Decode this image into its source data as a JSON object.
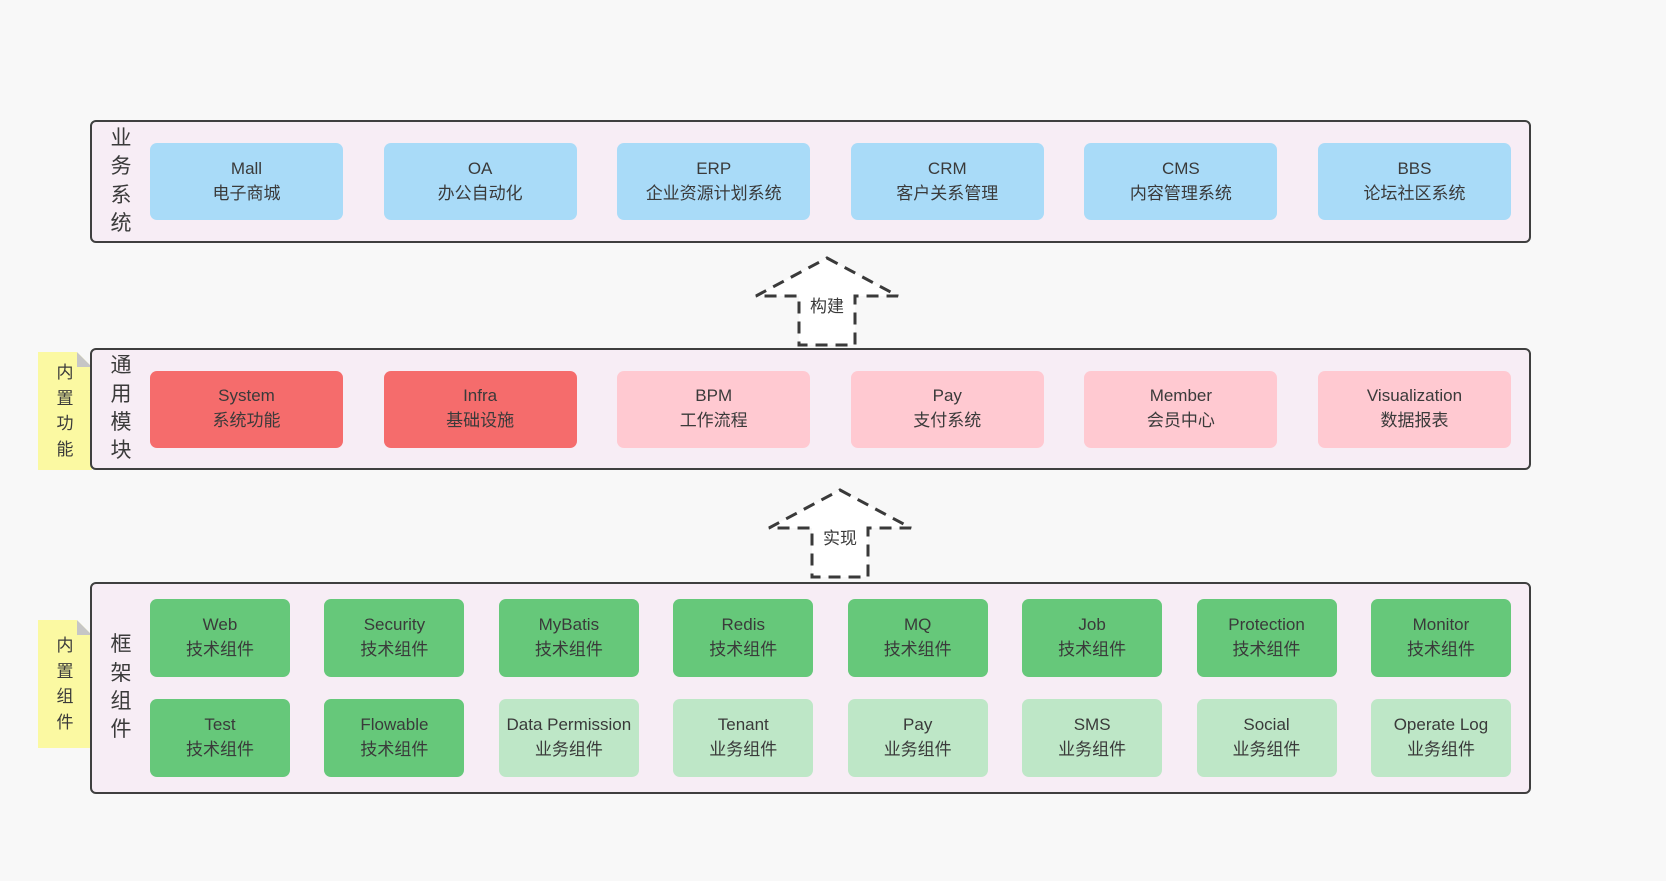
{
  "colors": {
    "page_bg": "#f8f8f8",
    "container_bg": "#f7edf5",
    "container_border": "#3f3f3f",
    "box_blue": "#a9dbf8",
    "box_red": "#f56c6c",
    "box_pink": "#ffc9d1",
    "box_green": "#66c87a",
    "box_light_green": "#bee7c7",
    "note_yellow": "#fbf9a2",
    "text": "#3a3a3a"
  },
  "sections": {
    "business": {
      "label": "业务系统",
      "boxes": [
        {
          "title": "Mall",
          "subtitle": "电子商城"
        },
        {
          "title": "OA",
          "subtitle": "办公自动化"
        },
        {
          "title": "ERP",
          "subtitle": "企业资源计划系统"
        },
        {
          "title": "CRM",
          "subtitle": "客户关系管理"
        },
        {
          "title": "CMS",
          "subtitle": "内容管理系统"
        },
        {
          "title": "BBS",
          "subtitle": "论坛社区系统"
        }
      ]
    },
    "common": {
      "label": "通用模块",
      "note": "内置功能",
      "boxes": [
        {
          "title": "System",
          "subtitle": "系统功能"
        },
        {
          "title": "Infra",
          "subtitle": "基础设施"
        },
        {
          "title": "BPM",
          "subtitle": "工作流程"
        },
        {
          "title": "Pay",
          "subtitle": "支付系统"
        },
        {
          "title": "Member",
          "subtitle": "会员中心"
        },
        {
          "title": "Visualization",
          "subtitle": "数据报表"
        }
      ]
    },
    "framework": {
      "label": "框架组件",
      "note": "内置组件",
      "row1": [
        {
          "title": "Web",
          "subtitle": "技术组件"
        },
        {
          "title": "Security",
          "subtitle": "技术组件"
        },
        {
          "title": "MyBatis",
          "subtitle": "技术组件"
        },
        {
          "title": "Redis",
          "subtitle": "技术组件"
        },
        {
          "title": "MQ",
          "subtitle": "技术组件"
        },
        {
          "title": "Job",
          "subtitle": "技术组件"
        },
        {
          "title": "Protection",
          "subtitle": "技术组件"
        },
        {
          "title": "Monitor",
          "subtitle": "技术组件"
        }
      ],
      "row2": [
        {
          "title": "Test",
          "subtitle": "技术组件"
        },
        {
          "title": "Flowable",
          "subtitle": "技术组件"
        },
        {
          "title": "Data Permission",
          "subtitle": "业务组件"
        },
        {
          "title": "Tenant",
          "subtitle": "业务组件"
        },
        {
          "title": "Pay",
          "subtitle": "业务组件"
        },
        {
          "title": "SMS",
          "subtitle": "业务组件"
        },
        {
          "title": "Social",
          "subtitle": "业务组件"
        },
        {
          "title": "Operate Log",
          "subtitle": "业务组件"
        }
      ]
    }
  },
  "arrows": [
    {
      "label": "构建"
    },
    {
      "label": "实现"
    }
  ]
}
